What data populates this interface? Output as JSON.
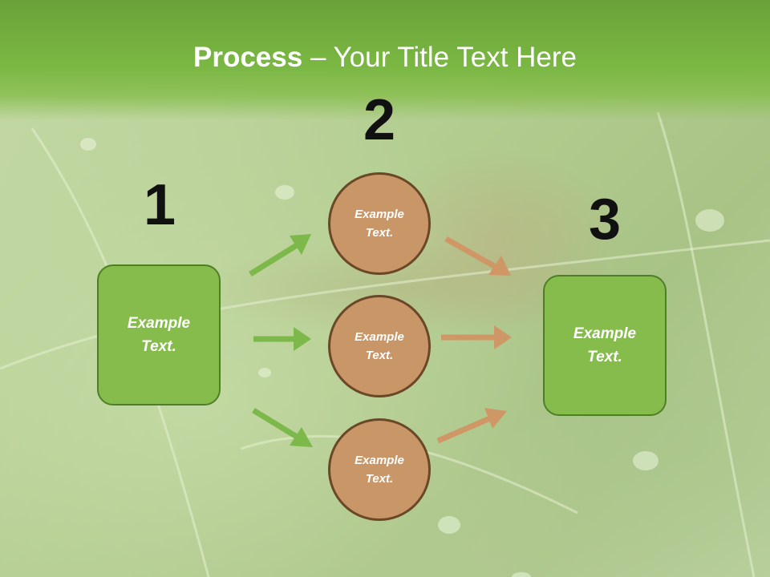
{
  "title": {
    "bold": "Process",
    "rest": " – Your Title Text Here"
  },
  "steps": [
    {
      "number": "1"
    },
    {
      "number": "2"
    },
    {
      "number": "3"
    }
  ],
  "boxes": {
    "left": "Example Text.",
    "right": "Example Text."
  },
  "circles": [
    "Example Text.",
    "Example Text.",
    "Example Text."
  ],
  "colors": {
    "header_green": "#7ab742",
    "box_green": "#86bc4c",
    "circle_tan": "#c99667",
    "arrow_green": "#7cb84a",
    "arrow_tan": "#cf9766"
  }
}
